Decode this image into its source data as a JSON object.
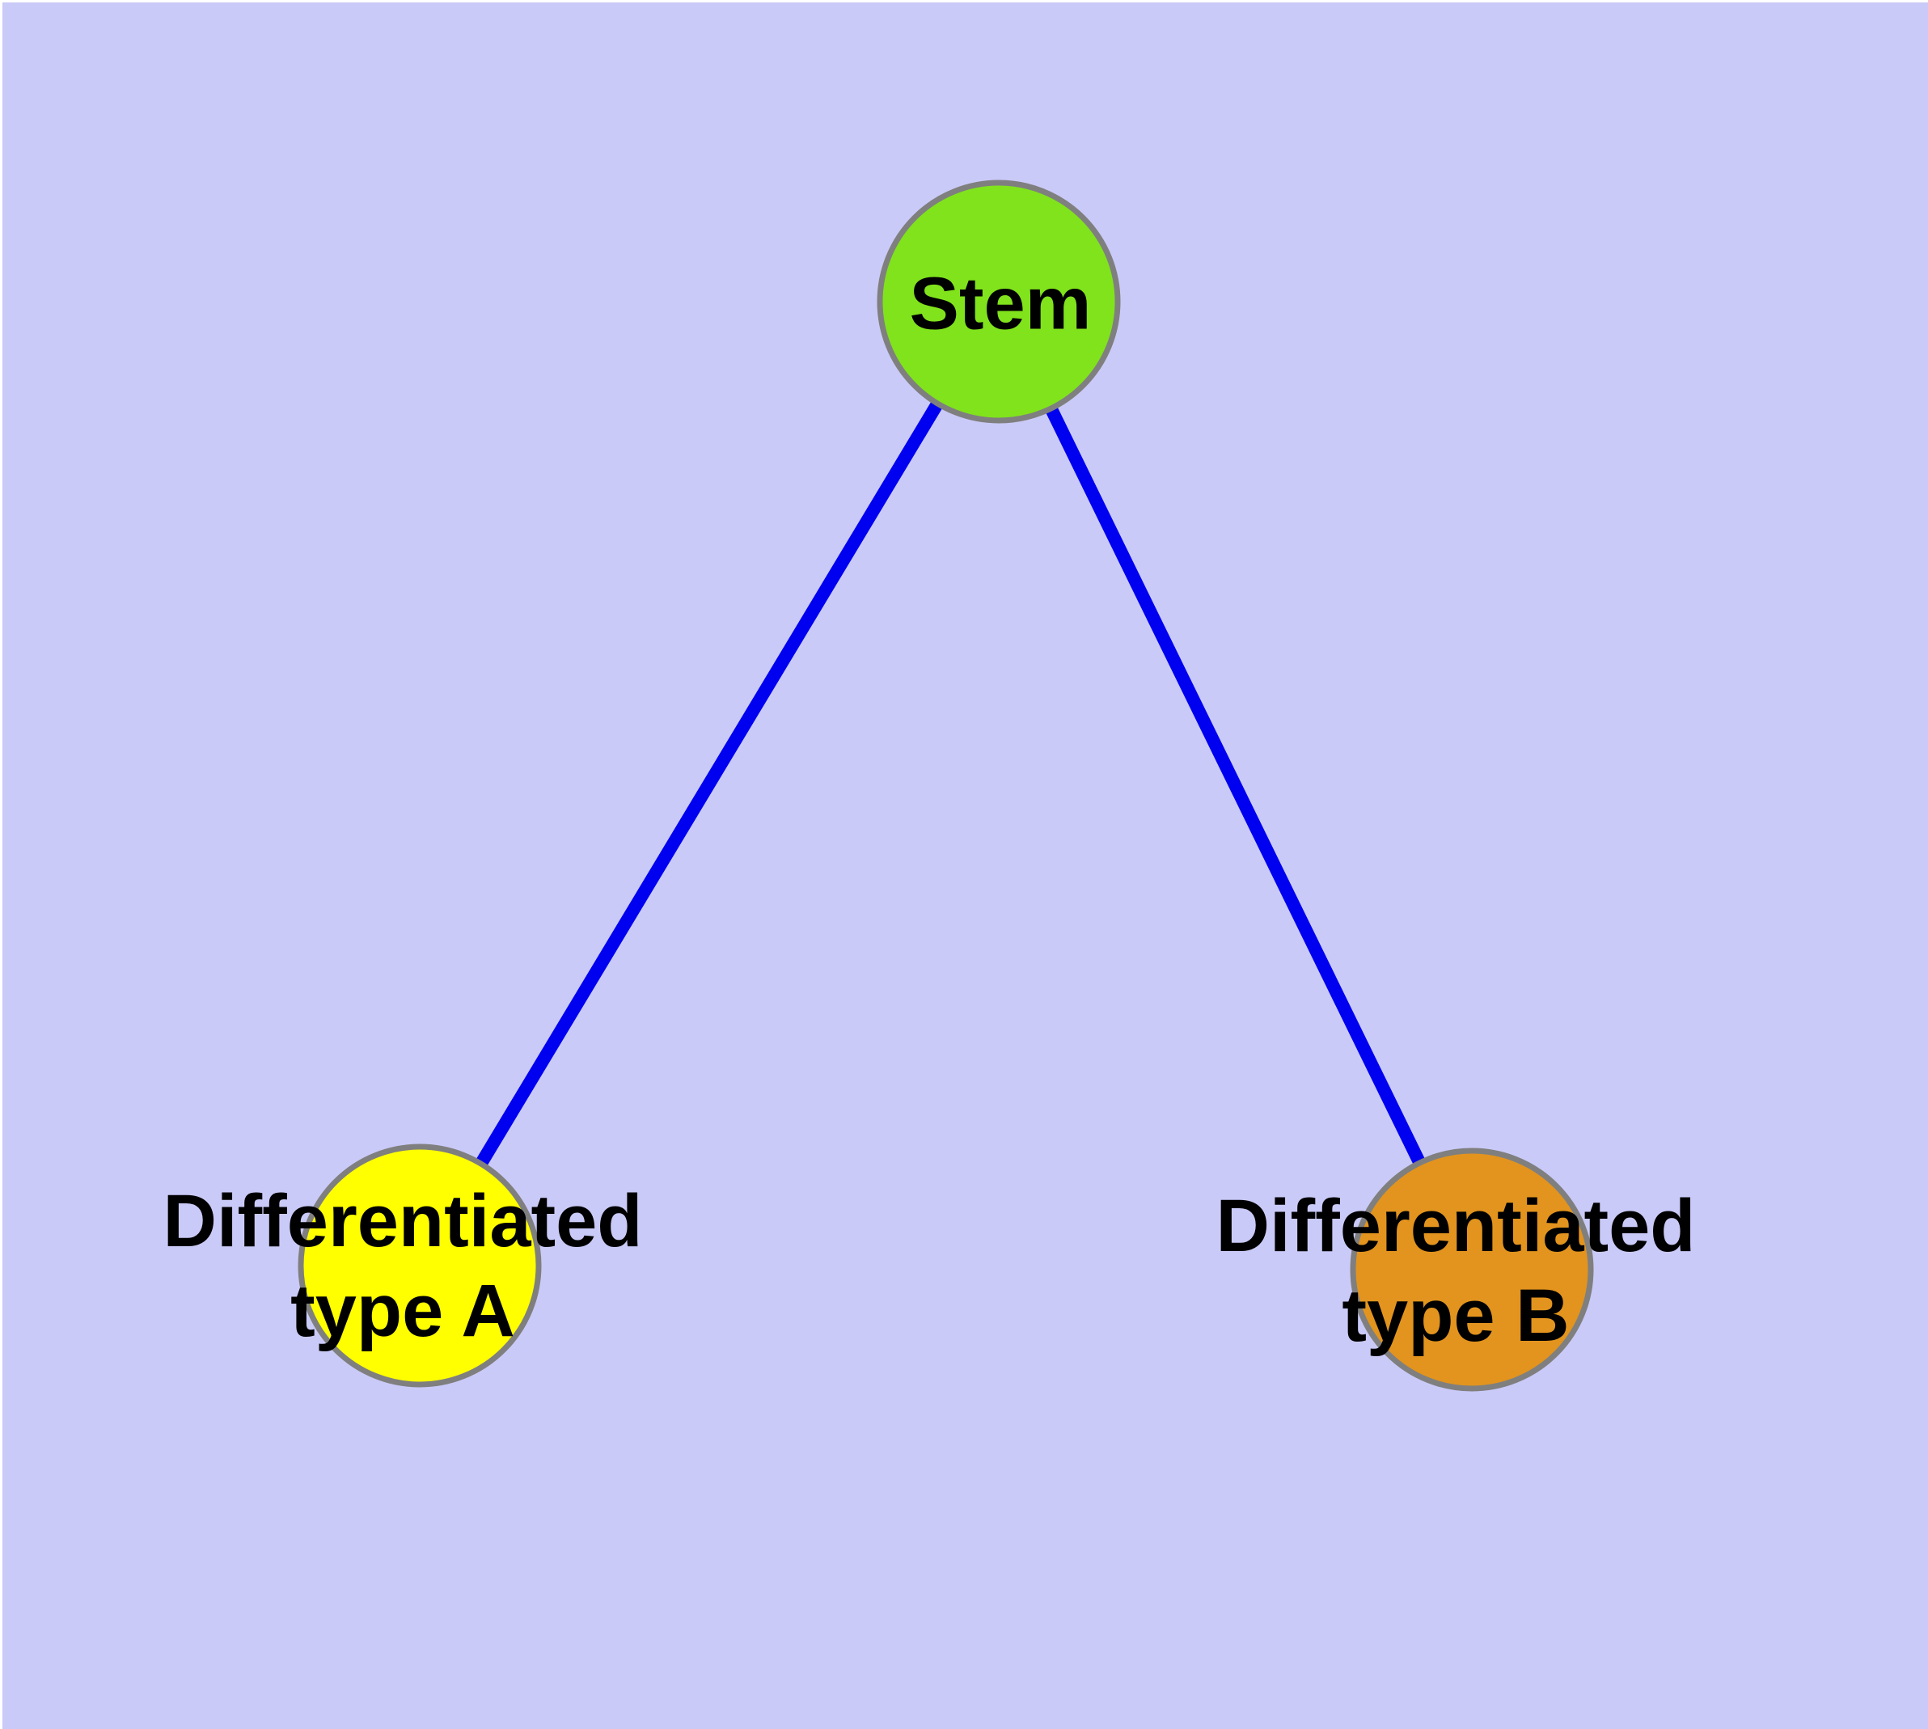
{
  "diagram": {
    "background_color": "#cacaf8",
    "frame_color": "#ffffff",
    "node_border_color": "#7f7f7f",
    "edge_color": "#0000f0",
    "text_color": "#000000",
    "nodes": [
      {
        "id": "stem",
        "label": "Stem",
        "color": "#80e31c"
      },
      {
        "id": "type-a",
        "label_line1": "Differentiated",
        "label_line2": "type A",
        "color": "#ffff00"
      },
      {
        "id": "type-b",
        "label_line1": "Differentiated",
        "label_line2": "type B",
        "color": "#e2941e"
      }
    ],
    "edges": [
      {
        "from": "Stem",
        "to": "Differentiated type A"
      },
      {
        "from": "Stem",
        "to": "Differentiated type B"
      }
    ]
  }
}
